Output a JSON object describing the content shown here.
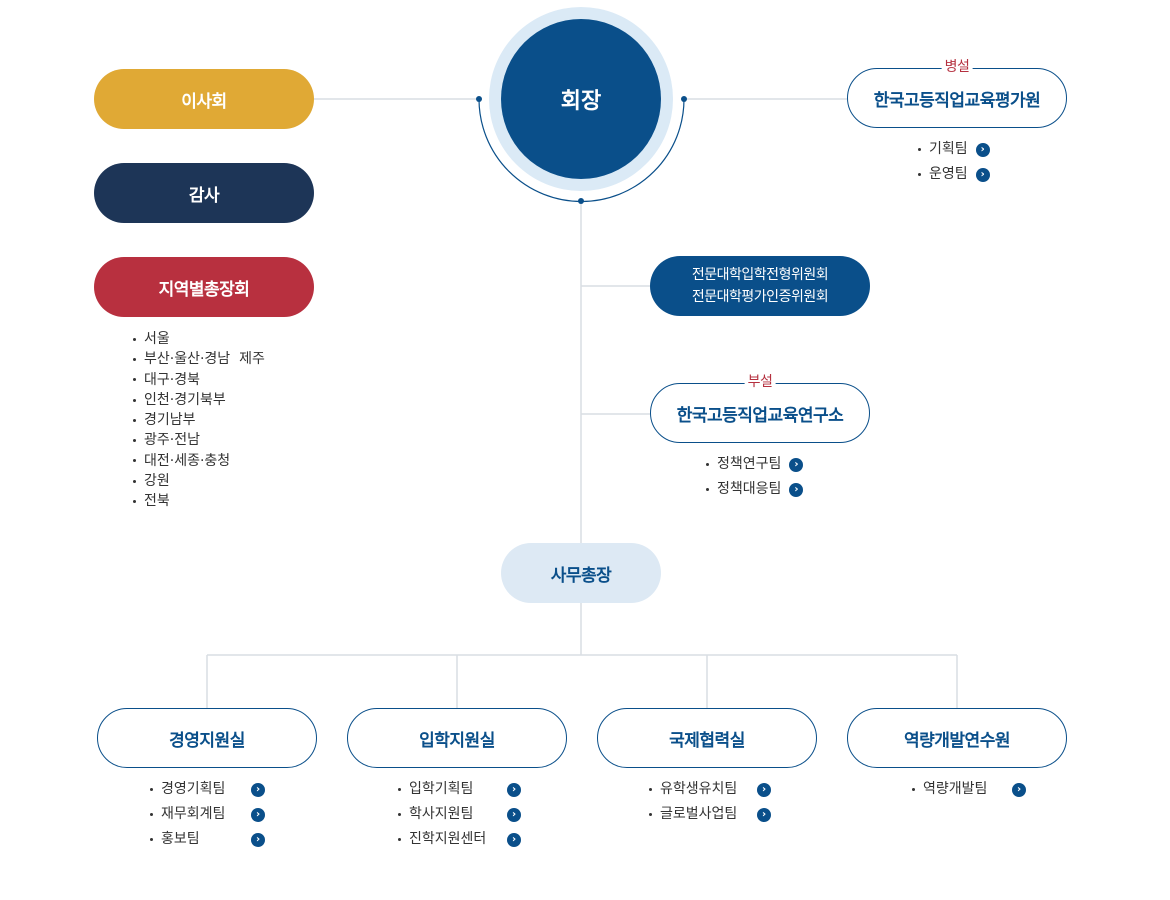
{
  "chairman": "회장",
  "board": "이사회",
  "audit": "감사",
  "regional": {
    "label": "지역별총장회",
    "items": [
      "서울",
      "부산·울산·경남  제주",
      "대구·경북",
      "인천·경기북부",
      "경기남부",
      "광주·전남",
      "대전·세종·충청",
      "강원",
      "전북"
    ]
  },
  "evaluation_institute": {
    "tag": "병설",
    "label": "한국고등직업교육평가원",
    "teams": [
      "기획팀",
      "운영팀"
    ]
  },
  "committees": [
    "전문대학입학전형위원회",
    "전문대학평가인증위원회"
  ],
  "research_institute": {
    "tag": "부설",
    "label": "한국고등직업교육연구소",
    "teams": [
      "정책연구팀",
      "정책대응팀"
    ]
  },
  "secretary_general": "사무총장",
  "offices": [
    {
      "label": "경영지원실",
      "teams": [
        "경영기획팀",
        "재무회계팀",
        "홍보팀"
      ]
    },
    {
      "label": "입학지원실",
      "teams": [
        "입학기획팀",
        "학사지원팀",
        "진학지원센터"
      ]
    },
    {
      "label": "국제협력실",
      "teams": [
        "유학생유치팀",
        "글로벌사업팀"
      ]
    },
    {
      "label": "역량개발연수원",
      "teams": [
        "역량개발팀"
      ]
    }
  ],
  "colors": {
    "primary": "#0a4f8a",
    "board": "#e0a935",
    "audit": "#1d3557",
    "regional": "#b8303f",
    "tag": "#b5303f",
    "secretary_bg": "#dde9f4",
    "line": "#d9dee3"
  },
  "icons": {
    "team_link": "chevron-right-circle-icon"
  }
}
